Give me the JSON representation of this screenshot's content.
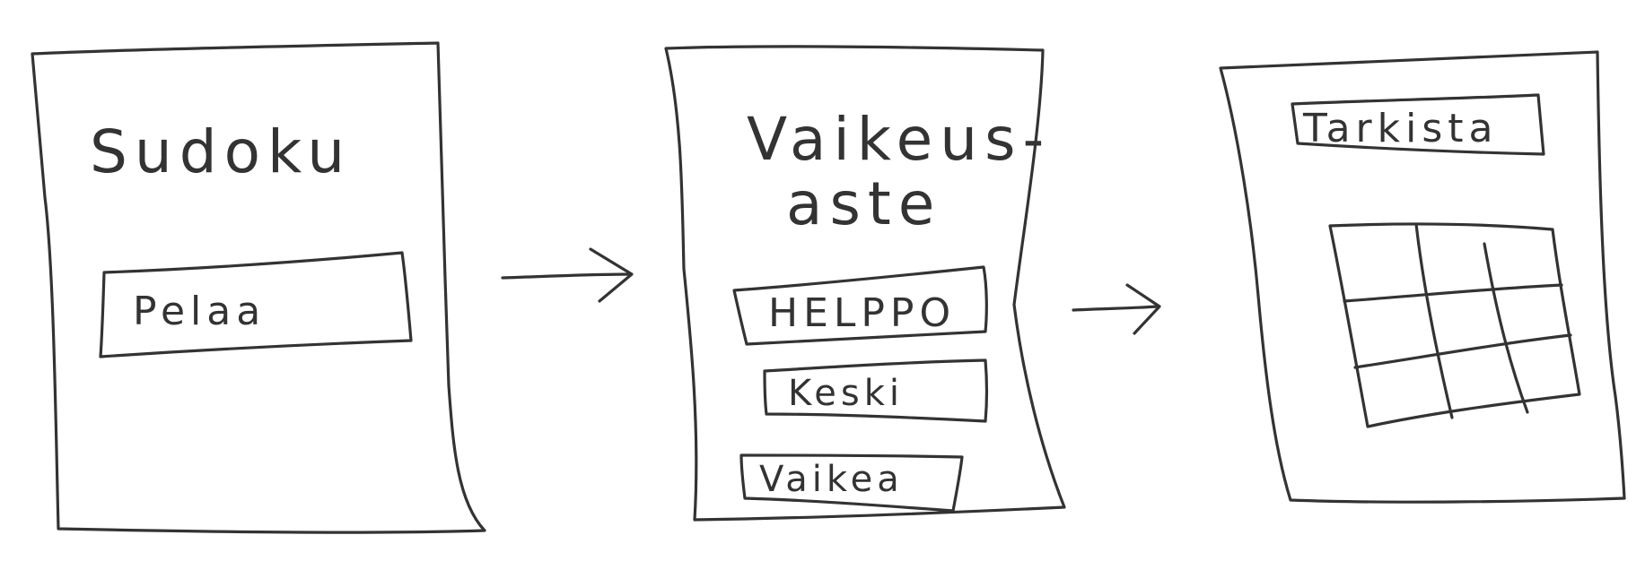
{
  "screens": [
    {
      "title": "Sudoku",
      "buttons": [
        {
          "label": "Pelaa"
        }
      ]
    },
    {
      "title_line1": "Vaikeus-",
      "title_line2": "aste",
      "buttons": [
        {
          "label": "HELPPO"
        },
        {
          "label": "Keski"
        },
        {
          "label": "Vaikea"
        }
      ]
    },
    {
      "buttons": [
        {
          "label": "Tarkista"
        }
      ],
      "grid": {
        "rows": 3,
        "cols": 3
      }
    }
  ],
  "colors": {
    "ink": "#333333",
    "paper": "#ffffff"
  }
}
